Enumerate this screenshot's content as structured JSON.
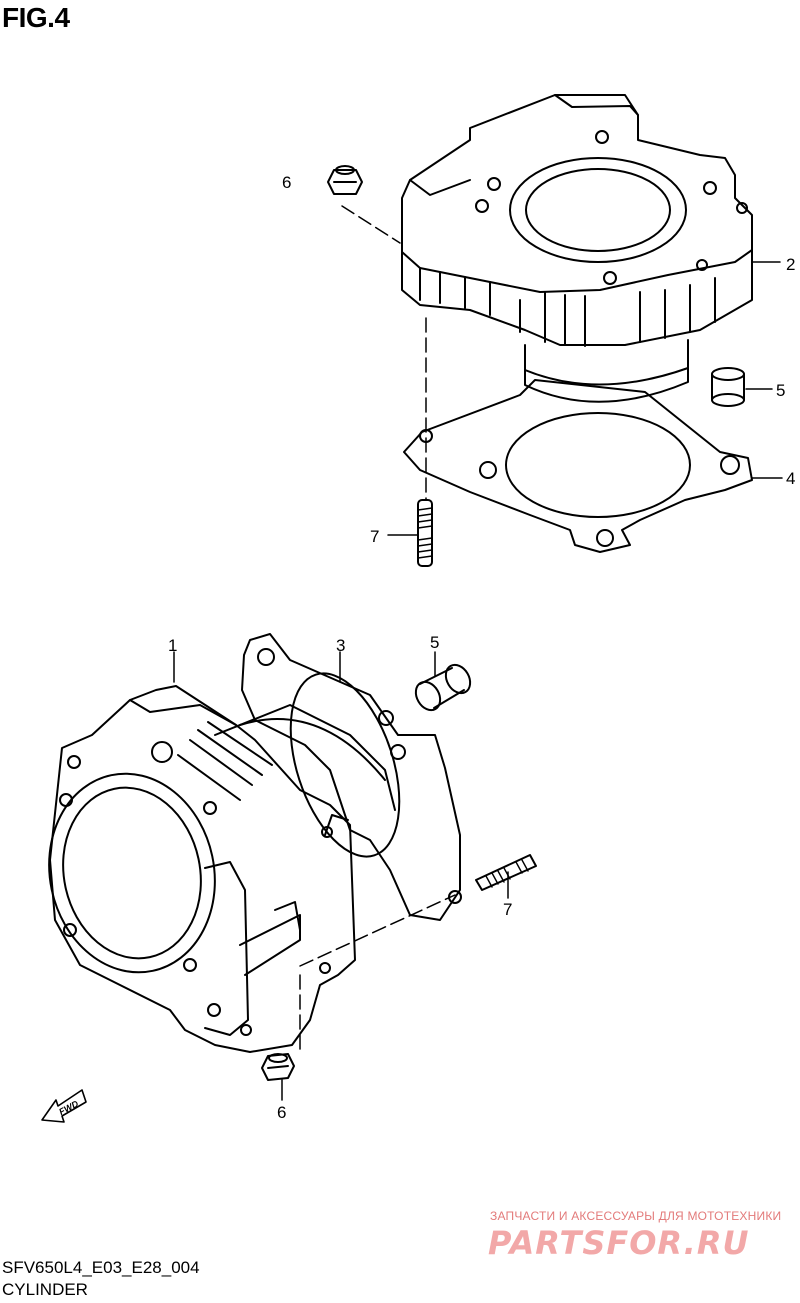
{
  "figure": {
    "title": "FIG.4"
  },
  "callouts": [
    {
      "id": "6a",
      "label": "6"
    },
    {
      "id": "2",
      "label": "2"
    },
    {
      "id": "5a",
      "label": "5"
    },
    {
      "id": "4",
      "label": "4"
    },
    {
      "id": "7a",
      "label": "7"
    },
    {
      "id": "1",
      "label": "1"
    },
    {
      "id": "3",
      "label": "3"
    },
    {
      "id": "5b",
      "label": "5"
    },
    {
      "id": "7b",
      "label": "7"
    },
    {
      "id": "6b",
      "label": "6"
    }
  ],
  "fwd_label": "FWD",
  "watermark": {
    "tagline": "ЗАПЧАСТИ И АКСЕССУАРЫ ДЛЯ МОТОТЕХНИКИ",
    "brand": "PARTSFOR.RU",
    "color": "#e37a7a"
  },
  "footer": {
    "code": "SFV650L4_E03_E28_004",
    "name": "CYLINDER"
  }
}
